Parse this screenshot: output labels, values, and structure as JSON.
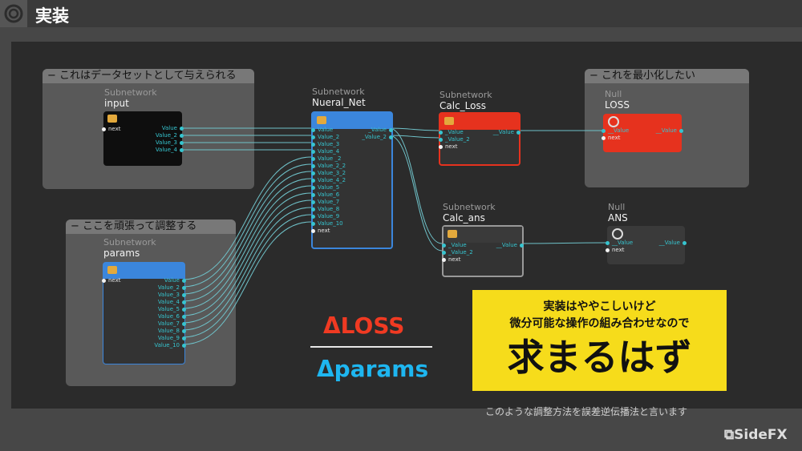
{
  "header": {
    "title": "実装"
  },
  "netboxes": {
    "dataset": "これはデータセットとして与えられる",
    "params": "ここを頑張って調整する",
    "minimize": "これを最小化したい"
  },
  "nodes": {
    "input": {
      "type": "Subnetwork",
      "name": "input",
      "inputs": [
        "next"
      ],
      "outputs": [
        "Value",
        "Value_2",
        "Value_3",
        "Value_4"
      ]
    },
    "params": {
      "type": "Subnetwork",
      "name": "params",
      "inputs": [
        "next"
      ],
      "outputs": [
        "Value",
        "Value_2",
        "Value_3",
        "Value_4",
        "Value_5",
        "Value_6",
        "Value_7",
        "Value_8",
        "Value_9",
        "Value_10"
      ]
    },
    "nueral_net": {
      "type": "Subnetwork",
      "name": "Nueral_Net",
      "inputs": [
        "Value",
        "Value_2",
        "Value_3",
        "Value_4",
        "Value _2",
        "Value_2_2",
        "Value_3_2",
        "Value_4_2",
        "Value_5",
        "Value_6",
        "Value_7",
        "Value_8",
        "Value_9",
        "Value_10",
        "next"
      ],
      "outputs": [
        "_Value",
        "_Value_2"
      ]
    },
    "calc_loss": {
      "type": "Subnetwork",
      "name": "Calc_Loss",
      "inputs": [
        "_Value",
        "_Value_2",
        "next"
      ],
      "outputs": [
        "__Value"
      ]
    },
    "loss": {
      "type": "Null",
      "name": "LOSS",
      "inputs": [
        "__Value",
        "next"
      ],
      "outputs": [
        "__Value"
      ]
    },
    "calc_ans": {
      "type": "Subnetwork",
      "name": "Calc_ans",
      "inputs": [
        "_Value",
        "_Value_2",
        "next"
      ],
      "outputs": [
        "__Value"
      ]
    },
    "ans": {
      "type": "Null",
      "name": "ANS",
      "inputs": [
        "__Value",
        "next"
      ],
      "outputs": [
        "__Value"
      ]
    }
  },
  "fraction": {
    "numerator": "ΔLOSS",
    "denominator": "Δparams"
  },
  "callout": {
    "line1": "実装はややこしいけど",
    "line2": "微分可能な操作の組み合わせなので",
    "line3": "求まるはず"
  },
  "caption": "このような調整方法を誤差逆伝播法と言います",
  "brand": "SideFX",
  "colors": {
    "blue": "#3b86dc",
    "red": "#e6321e",
    "dark": "#333333",
    "black": "#0e0e0e",
    "port": "#36c4cf",
    "callout": "#f6dc1b",
    "delta_red": "#f03a22",
    "delta_cyan": "#1eb6f0"
  }
}
